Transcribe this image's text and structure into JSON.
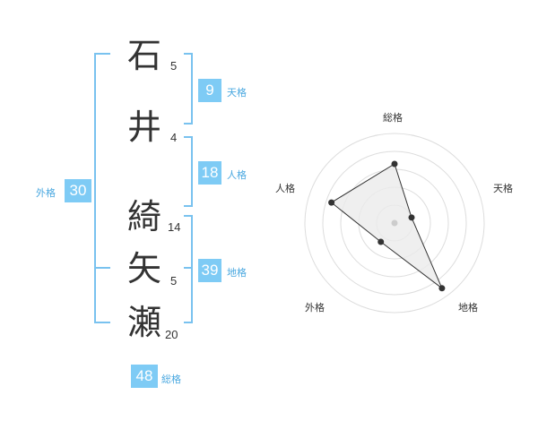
{
  "name": {
    "chars": [
      {
        "char": "石",
        "strokes": "5"
      },
      {
        "char": "井",
        "strokes": "4"
      },
      {
        "char": "綺",
        "strokes": "14"
      },
      {
        "char": "矢",
        "strokes": "5"
      },
      {
        "char": "瀬",
        "strokes": "20"
      }
    ]
  },
  "kaku": {
    "tenkaku": {
      "value": "9",
      "label": "天格"
    },
    "jinkaku": {
      "value": "18",
      "label": "人格"
    },
    "chikaku": {
      "value": "39",
      "label": "地格"
    },
    "gaikaku": {
      "value": "30",
      "label": "外格"
    },
    "soukaku": {
      "value": "48",
      "label": "総格"
    }
  },
  "colors": {
    "accent": "#7ecbf5",
    "bracket": "#79c2ef",
    "label": "#4aa8e0",
    "text": "#333333"
  },
  "chart_data": {
    "type": "radar",
    "axes": [
      "総格",
      "天格",
      "地格",
      "外格",
      "人格"
    ],
    "values": [
      3.3,
      1.0,
      4.5,
      1.3,
      3.7
    ],
    "range": [
      0,
      5
    ],
    "grid_rings": 5
  }
}
